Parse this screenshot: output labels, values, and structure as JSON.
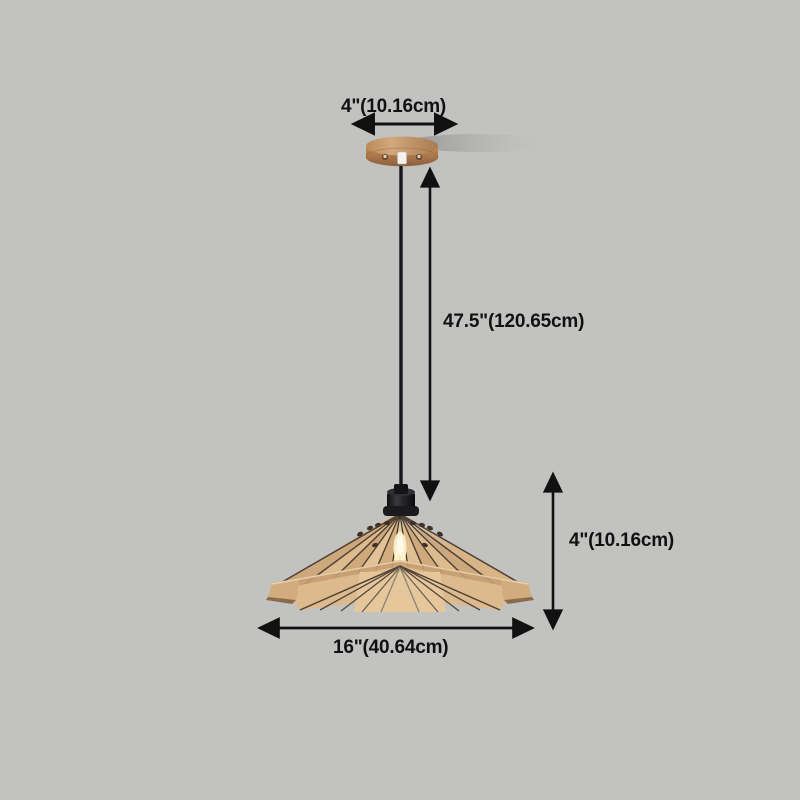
{
  "scene": {
    "background_color": "#c2c2c1",
    "product": "wooden slat cone pendant light",
    "canopy_color": "#a8744a",
    "canopy_highlight_color": "#c89a6b",
    "cord_color": "#1a1a1a",
    "socket_color": "#18181a",
    "slat_color": "#d8b487",
    "slat_shadow_color": "#5a4a36",
    "bulb_glow_color": "#ffe9b0",
    "dimension_line_color": "#111111"
  },
  "dimensions": {
    "canopy_width": "4\"(10.16cm)",
    "drop_length": "47.5\"(120.65cm)",
    "shade_height": "4\"(10.16cm)",
    "shade_width": "16\"(40.64cm)"
  },
  "parts": {
    "canopy": "ceiling-canopy",
    "cord": "hanging-cord",
    "socket": "lamp-socket",
    "shade": "slatted-lamp-shade",
    "bulb": "light-bulb",
    "shadow": "ceiling-shadow"
  }
}
